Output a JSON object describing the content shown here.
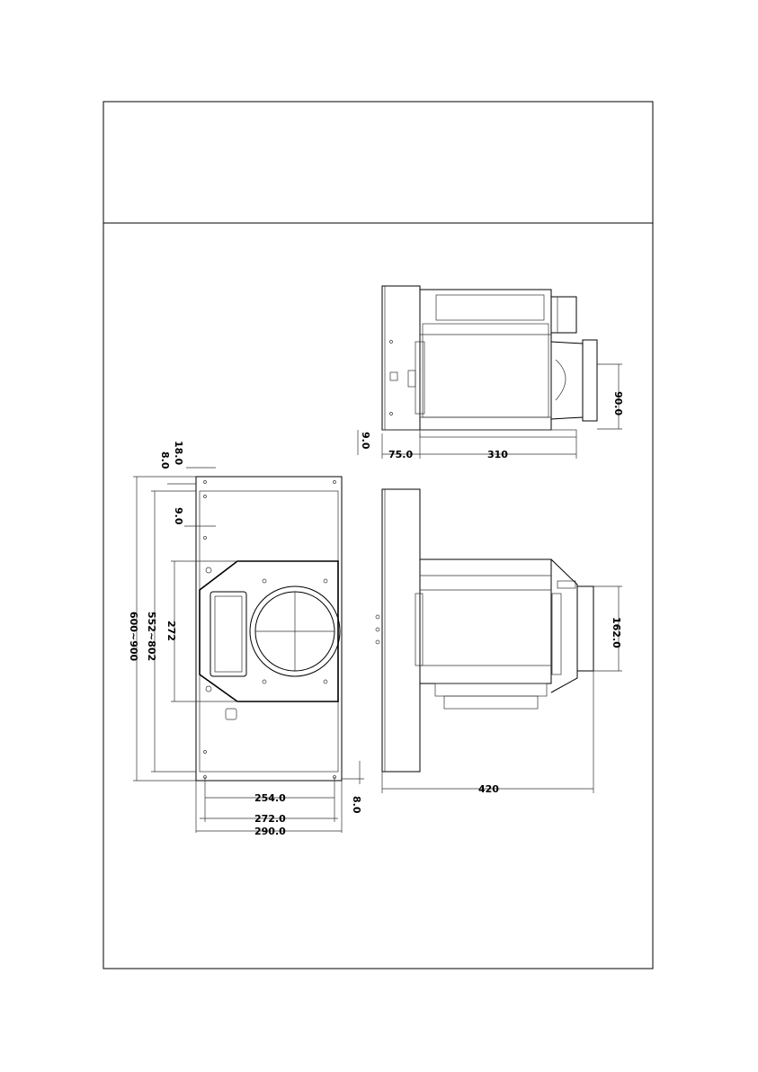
{
  "drawing": {
    "top_view": {
      "dim_left": "9.0",
      "dim_length": "310",
      "dim_flange": "75.0",
      "dim_outlet": "90.0"
    },
    "front_view": {
      "dim_top_offset": "18.0",
      "dim_top_edge": "8.0",
      "dim_inset": "9.0",
      "dim_height_outer": "600~900",
      "dim_height_inner": "552~802",
      "dim_cutout": "272",
      "dim_bottom_edge": "8.0",
      "dim_width_254": "254.0",
      "dim_width_272": "272.0",
      "dim_width_290": "290.0"
    },
    "side_view": {
      "dim_depth": "420",
      "dim_outlet": "162.0"
    }
  }
}
